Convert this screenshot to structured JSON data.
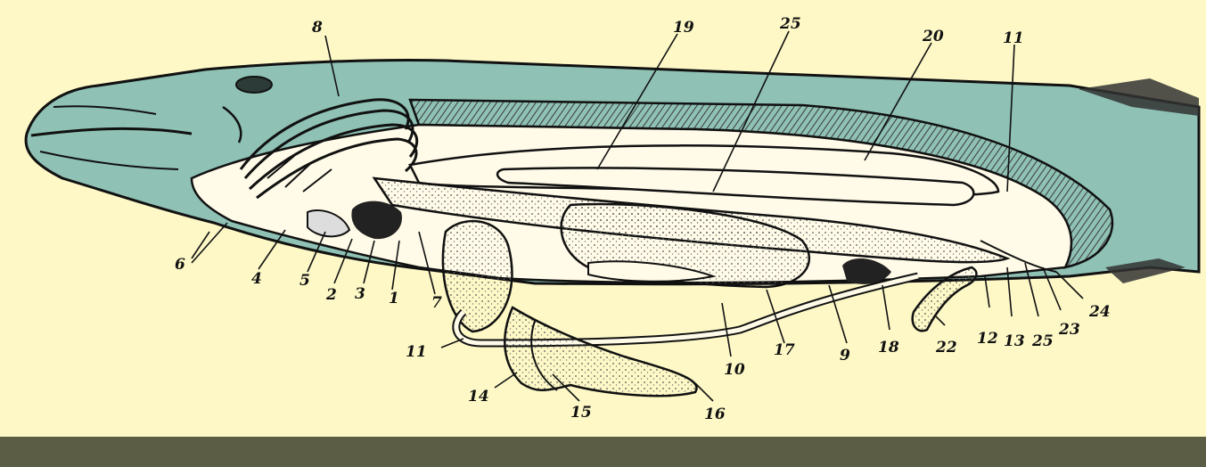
{
  "colors": {
    "background": "#fdf8c6",
    "skin": "#8fc1b4",
    "bottom_bar": "#5b5e45",
    "ink": "#111111"
  },
  "labels": {
    "l1": "1",
    "l2": "2",
    "l3": "3",
    "l4": "4",
    "l5": "5",
    "l6": "6",
    "l7": "7",
    "l8": "8",
    "l9": "9",
    "l10": "10",
    "l11a": "11",
    "l11b": "11",
    "l12": "12",
    "l13": "13",
    "l14": "14",
    "l15": "15",
    "l16": "16",
    "l17": "17",
    "l18": "18",
    "l19": "19",
    "l20": "20",
    "l22": "22",
    "l23": "23",
    "l24": "24",
    "l25a": "25",
    "l25b": "25"
  }
}
